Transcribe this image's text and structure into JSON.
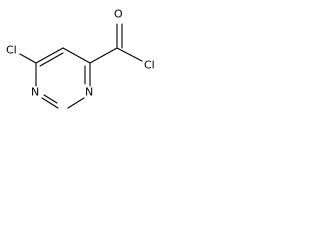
{
  "molecule": {
    "atoms": {
      "cl_ring": "Cl",
      "n_left": "N",
      "n_right": "N",
      "o_carbonyl": "O",
      "cl_acyl": "Cl"
    }
  }
}
